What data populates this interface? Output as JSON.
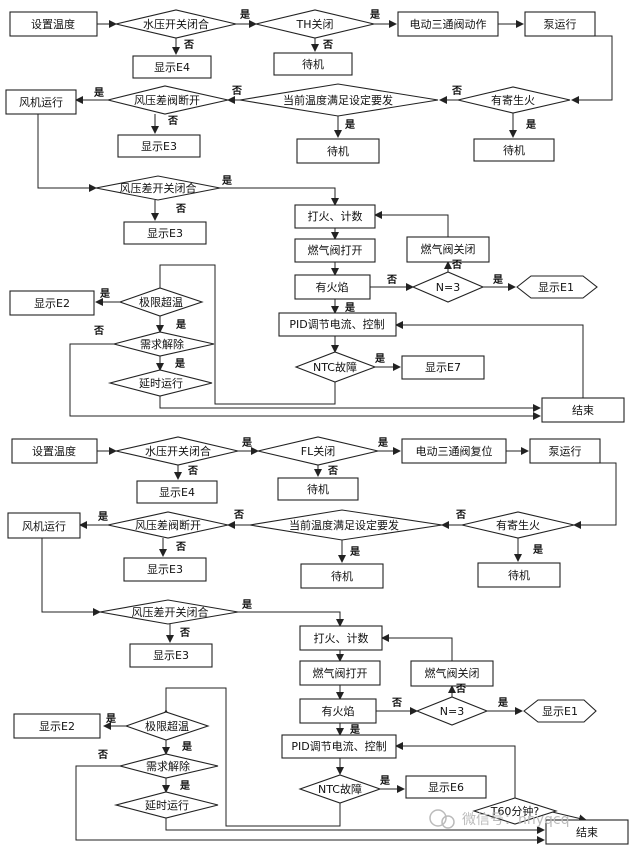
{
  "labels": {
    "yes": "是",
    "no": "否"
  },
  "top": {
    "set_temp": "设置温度",
    "water_switch": "水压开关闭合",
    "show_e4": "显示E4",
    "th_close": "TH关闭",
    "standby_1": "待机",
    "valve_action": "电动三通阀动作",
    "pump_run": "泵运行",
    "residual_fire": "有寄生火",
    "standby_2": "待机",
    "temp_meet": "当前温度满足设定要发",
    "standby_3": "待机",
    "fan_valve_off": "风压差阀断开",
    "show_e3_a": "显示E3",
    "fan_run": "风机运行",
    "fan_switch_close": "风压差开关闭合",
    "show_e3_b": "显示E3",
    "ignite": "打火、计数",
    "gas_open": "燃气阀打开",
    "gas_close": "燃气阀关闭",
    "flame": "有火焰",
    "n3": "N=3",
    "show_e1": "显示E1",
    "pid": "PID调节电流、控制",
    "ntc": "NTC故障",
    "show_e7": "显示E7",
    "limit_temp": "极限超温",
    "show_e2": "显示E2",
    "demand_off": "需求解除",
    "delay_run": "延时运行",
    "end": "结束"
  },
  "bottom": {
    "set_temp": "设置温度",
    "water_switch": "水压开关闭合",
    "show_e4": "显示E4",
    "fl_close": "FL关闭",
    "standby_1": "待机",
    "valve_reset": "电动三通阀复位",
    "pump_run": "泵运行",
    "residual_fire": "有寄生火",
    "standby_2": "待机",
    "temp_meet": "当前温度满足设定要发",
    "standby_3": "待机",
    "fan_valve_off": "风压差阀断开",
    "show_e3_a": "显示E3",
    "fan_run": "风机运行",
    "fan_switch_close": "风压差开关闭合",
    "show_e3_b": "显示E3",
    "ignite": "打火、计数",
    "gas_open": "燃气阀打开",
    "gas_close": "燃气阀关闭",
    "flame": "有火焰",
    "n3": "N=3",
    "show_e1": "显示E1",
    "pid": "PID调节电流、控制",
    "ntc": "NTC故障",
    "show_e6": "显示E6",
    "t60": "T60分钟?",
    "limit_temp": "极限超温",
    "show_e2": "显示E2",
    "demand_off": "需求解除",
    "delay_run": "延时运行",
    "end": "结束"
  },
  "watermark": "微信号：nnyqcq"
}
